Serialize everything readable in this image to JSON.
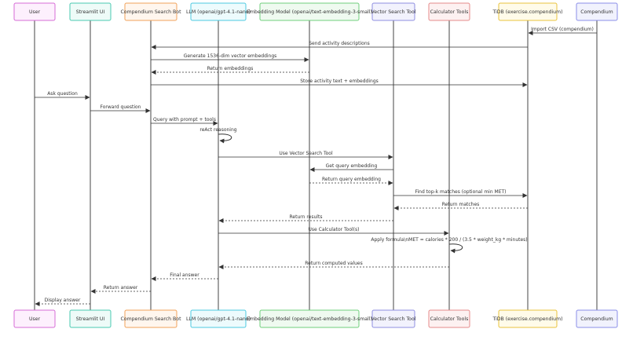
{
  "participants": [
    {
      "id": "user",
      "label": "User",
      "color": "#d66bd6",
      "fill": "#fdf0fd"
    },
    {
      "id": "ui",
      "label": "Streamlit UI",
      "color": "#48c9b0",
      "fill": "#eefbf8"
    },
    {
      "id": "bot",
      "label": "Compendium Search Bot",
      "color": "#f0a25a",
      "fill": "#fff6ee"
    },
    {
      "id": "llm",
      "label": "LLM (openai/gpt-4.1-nano)",
      "color": "#4cc9e0",
      "fill": "#edfbfd"
    },
    {
      "id": "emb",
      "label": "Embedding Model (openai/text-embedding-3-small)",
      "color": "#6fcf7b",
      "fill": "#effaf0"
    },
    {
      "id": "vst",
      "label": "Vector Search Tool",
      "color": "#8e8ee0",
      "fill": "#f2f2fd"
    },
    {
      "id": "calc",
      "label": "Calculator Tools",
      "color": "#e58a8a",
      "fill": "#fdf1f1"
    },
    {
      "id": "tidb",
      "label": "TiDB (exercise.compendium)",
      "color": "#e8c33d",
      "fill": "#fffbe9"
    },
    {
      "id": "comp",
      "label": "Compendium",
      "color": "#8a8ee8",
      "fill": "#f1f2fd"
    }
  ],
  "messages": [
    {
      "from": "comp",
      "to": "tidb",
      "label": "Import CSV (compendium)",
      "style": "solid"
    },
    {
      "from": "tidb",
      "to": "bot",
      "label": "Send activity descriptions",
      "style": "solid"
    },
    {
      "from": "bot",
      "to": "emb",
      "label": "Generate 1536-dim vector embeddings",
      "style": "solid"
    },
    {
      "from": "emb",
      "to": "bot",
      "label": "Return embeddings",
      "style": "dashed"
    },
    {
      "from": "bot",
      "to": "tidb",
      "label": "Store activity text + embeddings",
      "style": "solid"
    },
    {
      "from": "user",
      "to": "ui",
      "label": "Ask question",
      "style": "solid"
    },
    {
      "from": "ui",
      "to": "bot",
      "label": "Forward question",
      "style": "solid"
    },
    {
      "from": "bot",
      "to": "llm",
      "label": "Query with prompt + tools",
      "style": "solid"
    },
    {
      "from": "llm",
      "to": "llm",
      "label": "reAct reasoning",
      "style": "self"
    },
    {
      "from": "llm",
      "to": "vst",
      "label": "Use Vector Search Tool",
      "style": "solid"
    },
    {
      "from": "vst",
      "to": "emb",
      "label": "Get query embedding",
      "style": "solid"
    },
    {
      "from": "emb",
      "to": "vst",
      "label": "Return query embedding",
      "style": "dashed"
    },
    {
      "from": "vst",
      "to": "tidb",
      "label": "Find top-k matches (optional min MET)",
      "style": "solid"
    },
    {
      "from": "tidb",
      "to": "vst",
      "label": "Return matches",
      "style": "dashed"
    },
    {
      "from": "vst",
      "to": "llm",
      "label": "Return results",
      "style": "dashed"
    },
    {
      "from": "llm",
      "to": "calc",
      "label": "Use Calculator Tool(s)",
      "style": "solid"
    },
    {
      "from": "calc",
      "to": "calc",
      "label": "Apply formula\\nMET = calories * 200 / (3.5 * weight_kg * minutes)",
      "style": "self"
    },
    {
      "from": "calc",
      "to": "llm",
      "label": "Return computed values",
      "style": "dashed"
    },
    {
      "from": "llm",
      "to": "bot",
      "label": "Final answer",
      "style": "dashed"
    },
    {
      "from": "bot",
      "to": "ui",
      "label": "Return answer",
      "style": "dashed"
    },
    {
      "from": "ui",
      "to": "user",
      "label": "Display answer",
      "style": "dashed"
    }
  ]
}
